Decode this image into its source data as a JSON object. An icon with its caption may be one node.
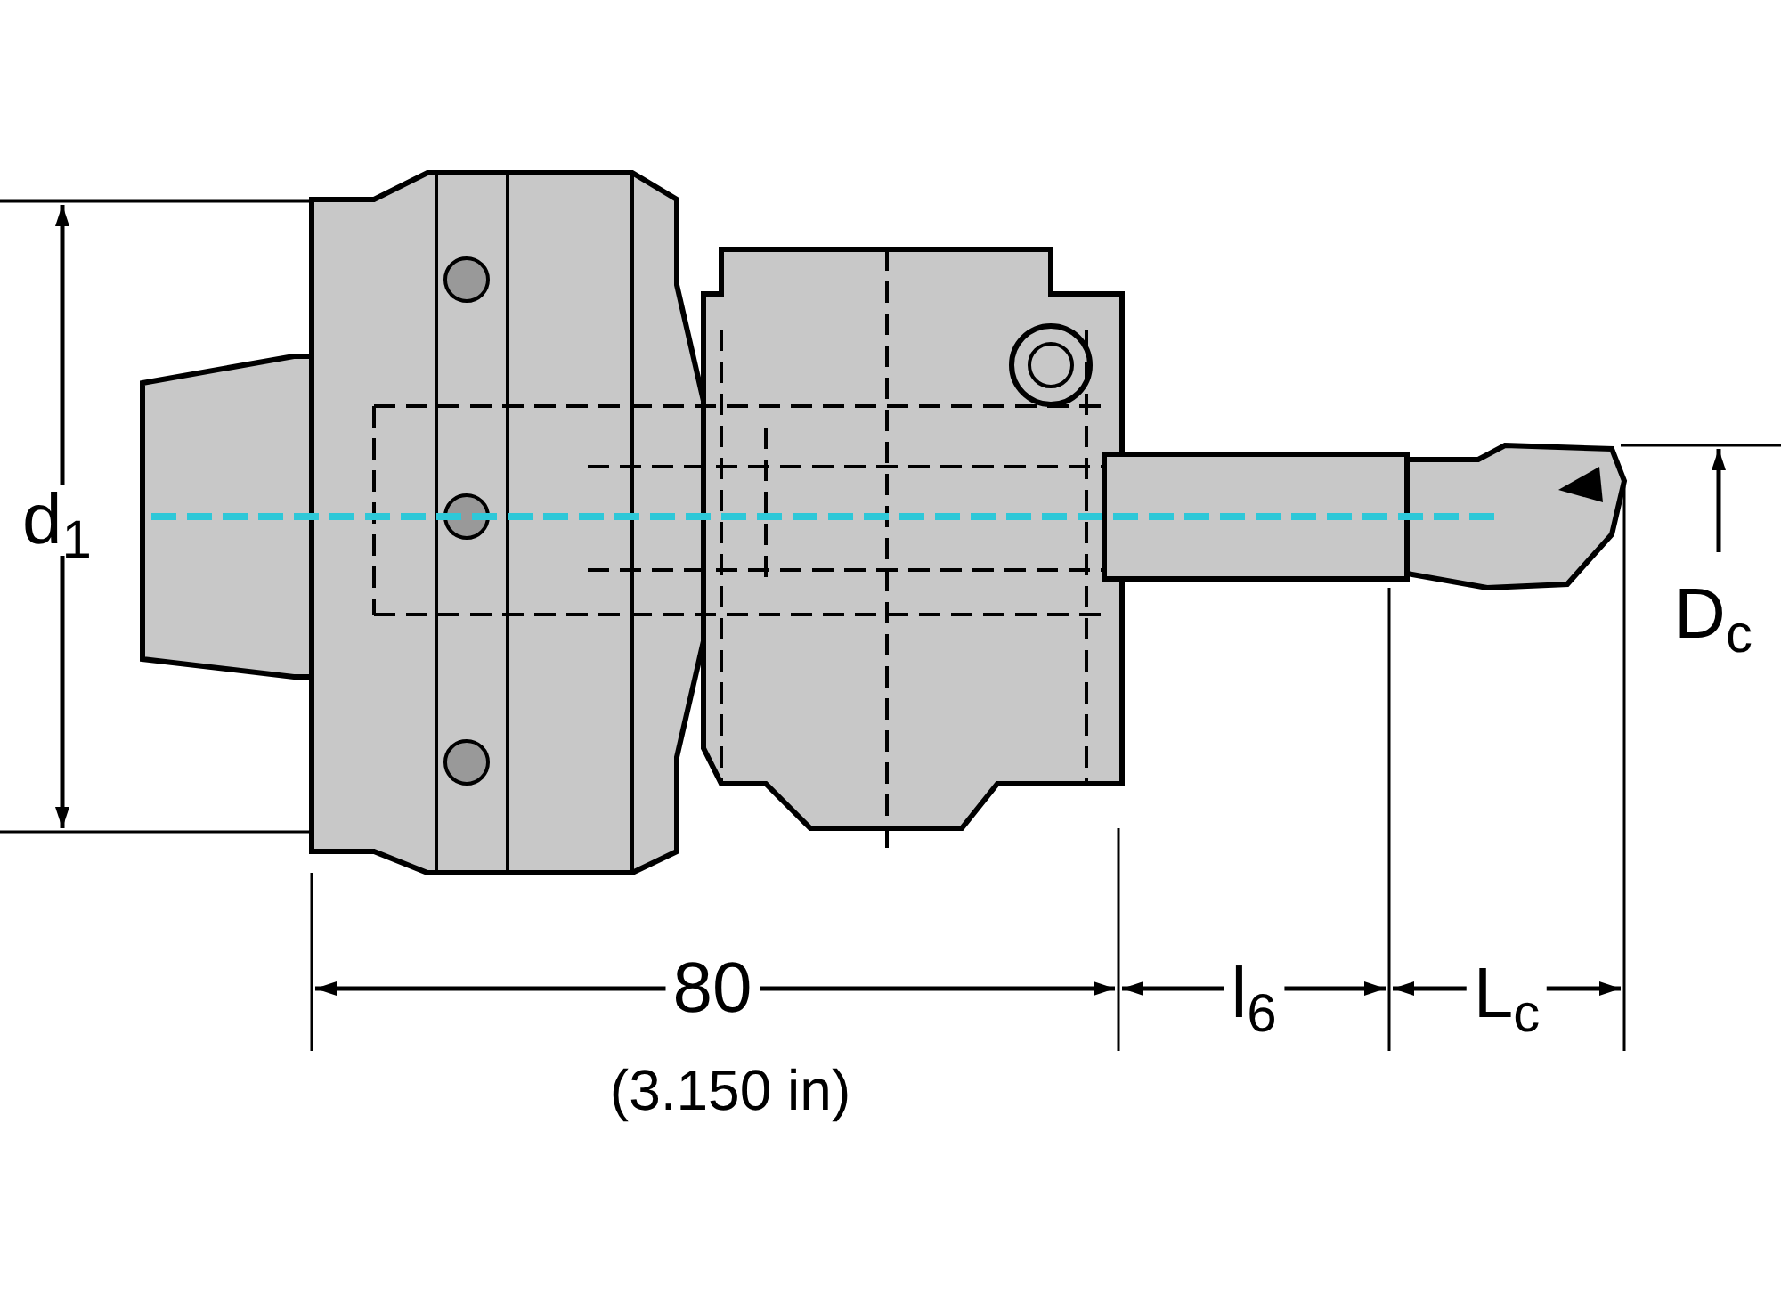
{
  "diagram": {
    "labels": [
      "d$_{1}$",
      "D$_{c}$",
      "80",
      "(3.150 in)",
      "l$_{6}$",
      "L$_{c}$"
    ]
  }
}
